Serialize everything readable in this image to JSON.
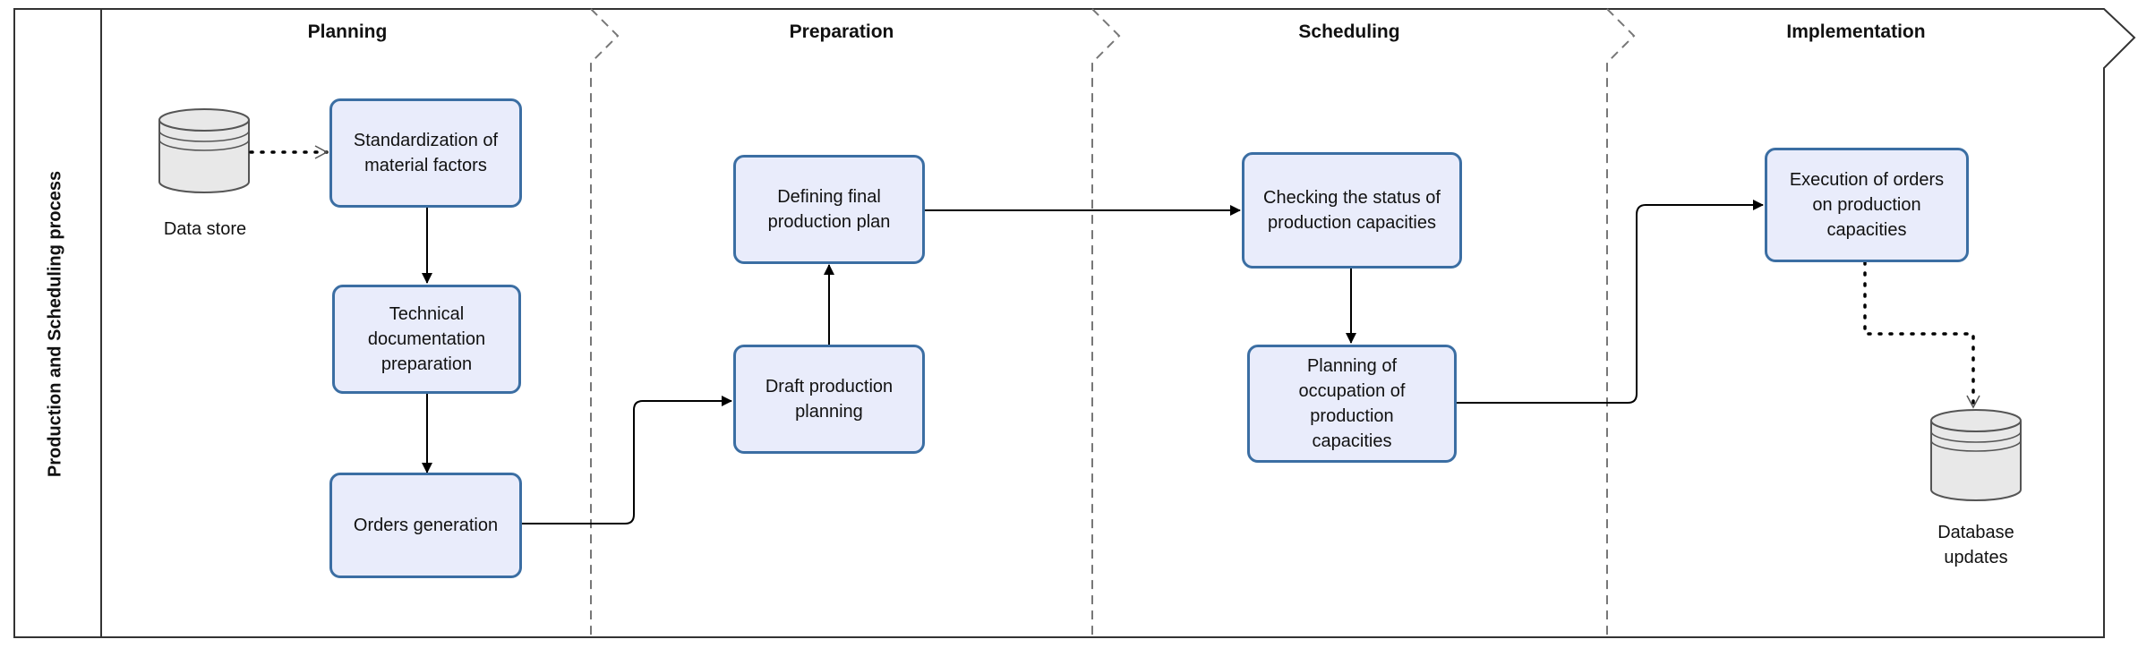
{
  "pool": {
    "title": "Production and Scheduling process"
  },
  "phases": [
    "Planning",
    "Preparation",
    "Scheduling",
    "Implementation"
  ],
  "tasks": {
    "standardization": "Standardization of\nmaterial factors",
    "technical_doc": "Technical\ndocumentation\npreparation",
    "orders_generation": "Orders generation",
    "draft_planning": "Draft production\nplanning",
    "final_plan": "Defining final\nproduction plan",
    "checking_status": "Checking the status of\nproduction capacities",
    "planning_occupation": "Planning of\noccupation of\nproduction\ncapacities",
    "execution": "Execution of orders\non production\ncapacities"
  },
  "stores": {
    "data_store": "Data store",
    "database_updates": "Database\nupdates"
  },
  "colors": {
    "task_fill": "#e9ecfb",
    "task_border": "#3b6ea3",
    "line": "#000000",
    "store_fill": "#e8e8e8"
  }
}
